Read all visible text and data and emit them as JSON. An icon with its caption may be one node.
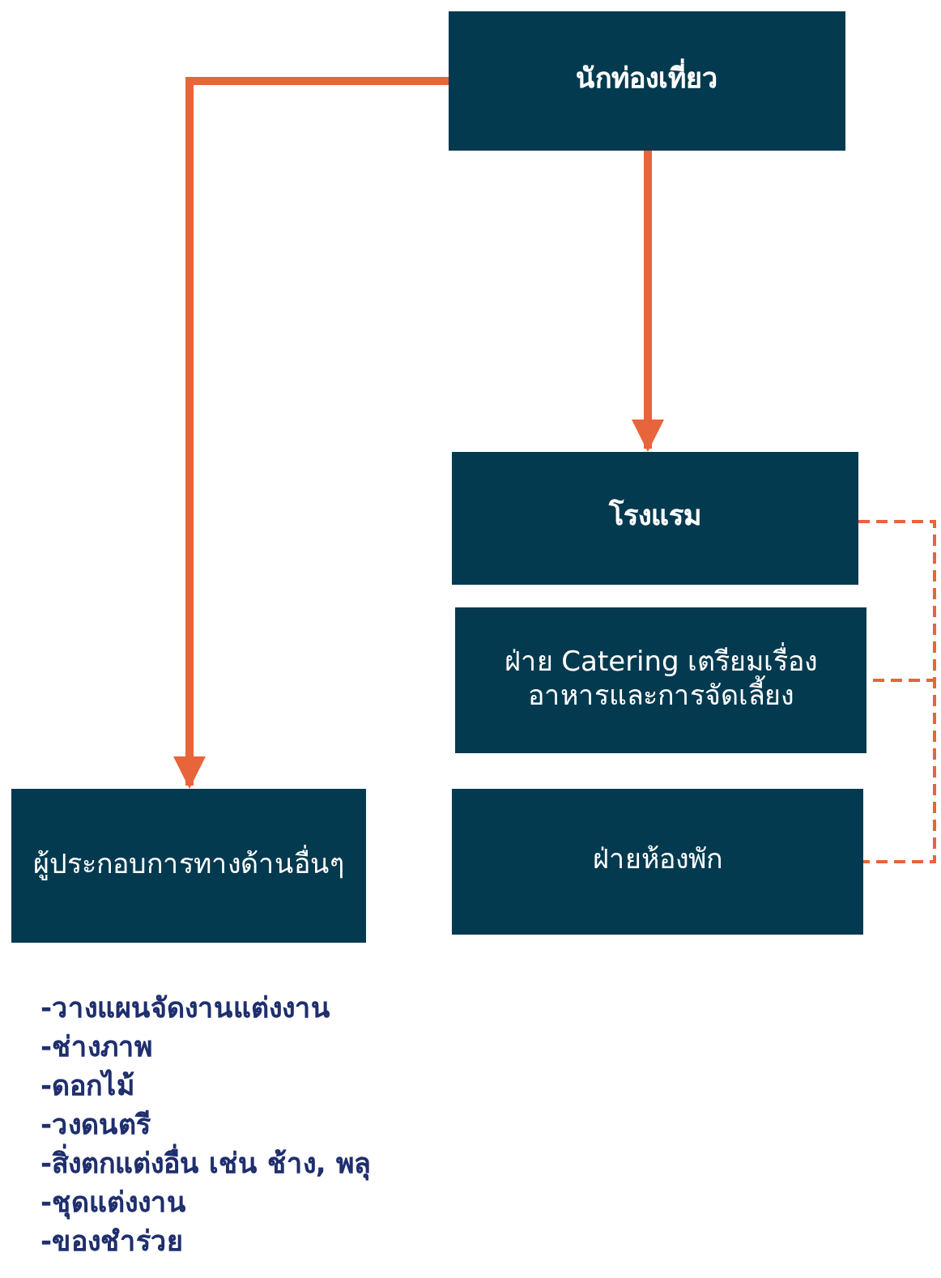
{
  "diagram": {
    "nodes": [
      {
        "text": [
          "นักท่องเที่ยว"
        ]
      },
      {
        "text": [
          "โรงแรม"
        ]
      },
      {
        "text": [
          "ฝ่าย Catering เตรียมเรื่องอาหารและการจัดเลี้ยง"
        ]
      },
      {
        "text": [
          "ฝ่ายห้องพัก"
        ]
      },
      {
        "text": [
          "ผู้ประกอบการทางด้านอื่นๆ"
        ]
      }
    ],
    "edges": [
      {
        "from": 0,
        "to": 1,
        "arrow": "to",
        "style": "thick"
      },
      {
        "from": 0,
        "to": 4,
        "arrow": "to",
        "style": "thick"
      },
      {
        "from": 1,
        "to": 2,
        "arrow": "none",
        "style": "dashed"
      },
      {
        "from": 1,
        "to": 3,
        "arrow": "none",
        "style": "dashed"
      }
    ],
    "labels": [
      "-วางแผนจัดงานแต่งงาน",
      "-ช่างภาพ",
      "-ดอกไม้",
      "-วงดนตรี",
      "-สิ่งตกแต่งอื่น เช่น ช้าง, พลุ",
      "-ชุดแต่งงาน",
      "-ของชำร่วย"
    ]
  }
}
